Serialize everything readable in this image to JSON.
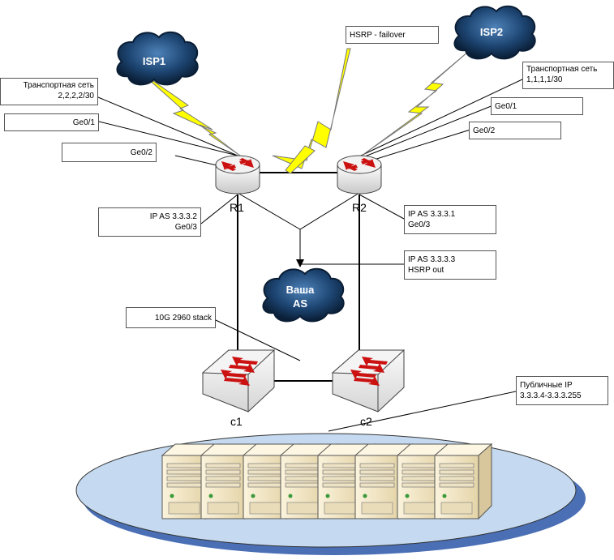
{
  "clouds": {
    "isp1": "ISP1",
    "isp2": "ISP2",
    "your_as_line1": "Ваша",
    "your_as_line2": "AS"
  },
  "devices": {
    "r1": "R1",
    "r2": "R2",
    "c1": "c1",
    "c2": "c2"
  },
  "labels": {
    "transport_isp1_line1": "Транспортная сеть",
    "transport_isp1_line2": "2,2,2,2/30",
    "r1_ge01": "Ge0/1",
    "r1_ge02": "Ge0/2",
    "hsrp_failover": "HSRP - failover",
    "transport_isp2_line1": "Транспортная сеть",
    "transport_isp2_line2": "1,1,1,1/30",
    "r2_ge01": "Ge0/1",
    "r2_ge02": "Ge0/2",
    "r1_ip_line1": "IP AS 3.3.3.2",
    "r1_ip_line2": "Ge0/3",
    "r2_ip_line1": "IP AS 3.3.3.1",
    "r2_ip_line2": "Ge0/3",
    "hsrp_ip_line1": "IP AS 3.3.3.3",
    "hsrp_ip_line2": "HSRP out",
    "stack": "10G 2960 stack",
    "public_ip_line1": "Публичные IP",
    "public_ip_line2": "3.3.3.4-3.3.3.255"
  },
  "colors": {
    "cloud_dark": "#0d2a4a",
    "cloud_mid": "#2f5f8f",
    "lightning": "#ffff00",
    "router_body": "#e8e8e8",
    "arrow_red": "#cc1111",
    "ellipse_fill": "#c5daf0",
    "ellipse_shadow": "#4a6fb5",
    "server_face": "#f7ecd0"
  }
}
